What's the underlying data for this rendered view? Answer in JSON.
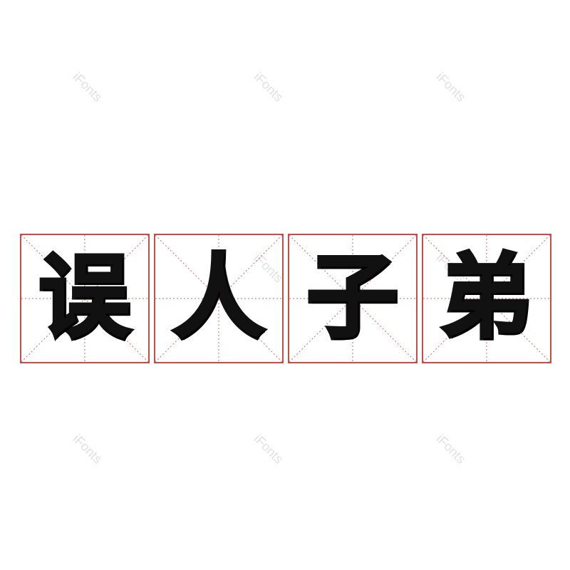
{
  "watermark_text": "iFonts",
  "characters": [
    "误",
    "人",
    "子",
    "弟"
  ],
  "colors": {
    "grid_border": "#c0504d",
    "grid_dotted": "#d46a66",
    "glyph": "#111111",
    "watermark": "#e2e2e2"
  }
}
